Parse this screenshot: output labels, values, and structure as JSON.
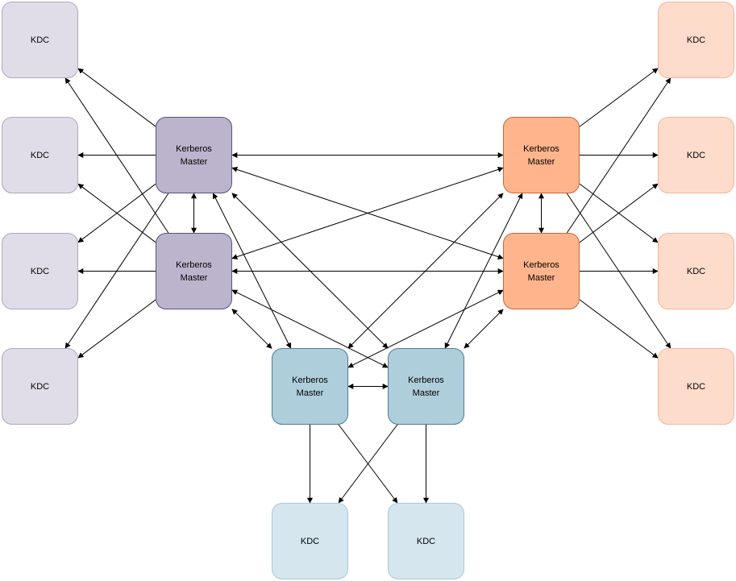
{
  "labels": {
    "master": "Kerberos\nMaster",
    "kdc": "KDC"
  },
  "palette": {
    "purple": {
      "master_fill": "#bbb4cc",
      "master_stroke": "#56517e",
      "kdc_fill": "#e0dde9",
      "kdc_stroke": "#aca7c1"
    },
    "orange": {
      "master_fill": "#ffb48c",
      "master_stroke": "#c8683a",
      "kdc_fill": "#fedccc",
      "kdc_stroke": "#f5b49a"
    },
    "blue": {
      "master_fill": "#aecedc",
      "master_stroke": "#4f7b93",
      "kdc_fill": "#d5e6ee",
      "kdc_stroke": "#a9c8d6"
    }
  },
  "nodes": [
    {
      "id": "pk1",
      "kind": "kdc",
      "group": "purple"
    },
    {
      "id": "pk2",
      "kind": "kdc",
      "group": "purple"
    },
    {
      "id": "pk3",
      "kind": "kdc",
      "group": "purple"
    },
    {
      "id": "pk4",
      "kind": "kdc",
      "group": "purple"
    },
    {
      "id": "pm1",
      "kind": "master",
      "group": "purple"
    },
    {
      "id": "pm2",
      "kind": "master",
      "group": "purple"
    },
    {
      "id": "om1",
      "kind": "master",
      "group": "orange"
    },
    {
      "id": "om2",
      "kind": "master",
      "group": "orange"
    },
    {
      "id": "ok1",
      "kind": "kdc",
      "group": "orange"
    },
    {
      "id": "ok2",
      "kind": "kdc",
      "group": "orange"
    },
    {
      "id": "ok3",
      "kind": "kdc",
      "group": "orange"
    },
    {
      "id": "ok4",
      "kind": "kdc",
      "group": "orange"
    },
    {
      "id": "bm1",
      "kind": "master",
      "group": "blue"
    },
    {
      "id": "bm2",
      "kind": "master",
      "group": "blue"
    },
    {
      "id": "bk1",
      "kind": "kdc",
      "group": "blue"
    },
    {
      "id": "bk2",
      "kind": "kdc",
      "group": "blue"
    }
  ],
  "edges": [
    {
      "from": "pm1",
      "to": "pm2",
      "dir": "both"
    },
    {
      "from": "om1",
      "to": "om2",
      "dir": "both"
    },
    {
      "from": "bm1",
      "to": "bm2",
      "dir": "both"
    },
    {
      "from": "pm1",
      "to": "om1",
      "dir": "both"
    },
    {
      "from": "pm1",
      "to": "om2",
      "dir": "both"
    },
    {
      "from": "pm2",
      "to": "om1",
      "dir": "both"
    },
    {
      "from": "pm2",
      "to": "om2",
      "dir": "both"
    },
    {
      "from": "pm1",
      "to": "bm1",
      "dir": "both"
    },
    {
      "from": "pm1",
      "to": "bm2",
      "dir": "both"
    },
    {
      "from": "pm2",
      "to": "bm1",
      "dir": "both"
    },
    {
      "from": "pm2",
      "to": "bm2",
      "dir": "both"
    },
    {
      "from": "om1",
      "to": "bm1",
      "dir": "both"
    },
    {
      "from": "om1",
      "to": "bm2",
      "dir": "both"
    },
    {
      "from": "om2",
      "to": "bm1",
      "dir": "both"
    },
    {
      "from": "om2",
      "to": "bm2",
      "dir": "both"
    },
    {
      "from": "pm1",
      "to": "pk1",
      "dir": "forward"
    },
    {
      "from": "pm1",
      "to": "pk2",
      "dir": "forward"
    },
    {
      "from": "pm1",
      "to": "pk3",
      "dir": "forward"
    },
    {
      "from": "pm1",
      "to": "pk4",
      "dir": "forward"
    },
    {
      "from": "pm2",
      "to": "pk1",
      "dir": "forward"
    },
    {
      "from": "pm2",
      "to": "pk2",
      "dir": "forward"
    },
    {
      "from": "pm2",
      "to": "pk3",
      "dir": "forward"
    },
    {
      "from": "pm2",
      "to": "pk4",
      "dir": "forward"
    },
    {
      "from": "om1",
      "to": "ok1",
      "dir": "forward"
    },
    {
      "from": "om1",
      "to": "ok2",
      "dir": "forward"
    },
    {
      "from": "om1",
      "to": "ok3",
      "dir": "forward"
    },
    {
      "from": "om1",
      "to": "ok4",
      "dir": "forward"
    },
    {
      "from": "om2",
      "to": "ok1",
      "dir": "forward"
    },
    {
      "from": "om2",
      "to": "ok2",
      "dir": "forward"
    },
    {
      "from": "om2",
      "to": "ok3",
      "dir": "forward"
    },
    {
      "from": "om2",
      "to": "ok4",
      "dir": "forward"
    },
    {
      "from": "bm1",
      "to": "bk1",
      "dir": "forward"
    },
    {
      "from": "bm1",
      "to": "bk2",
      "dir": "forward"
    },
    {
      "from": "bm2",
      "to": "bk1",
      "dir": "forward"
    },
    {
      "from": "bm2",
      "to": "bk2",
      "dir": "forward"
    }
  ]
}
